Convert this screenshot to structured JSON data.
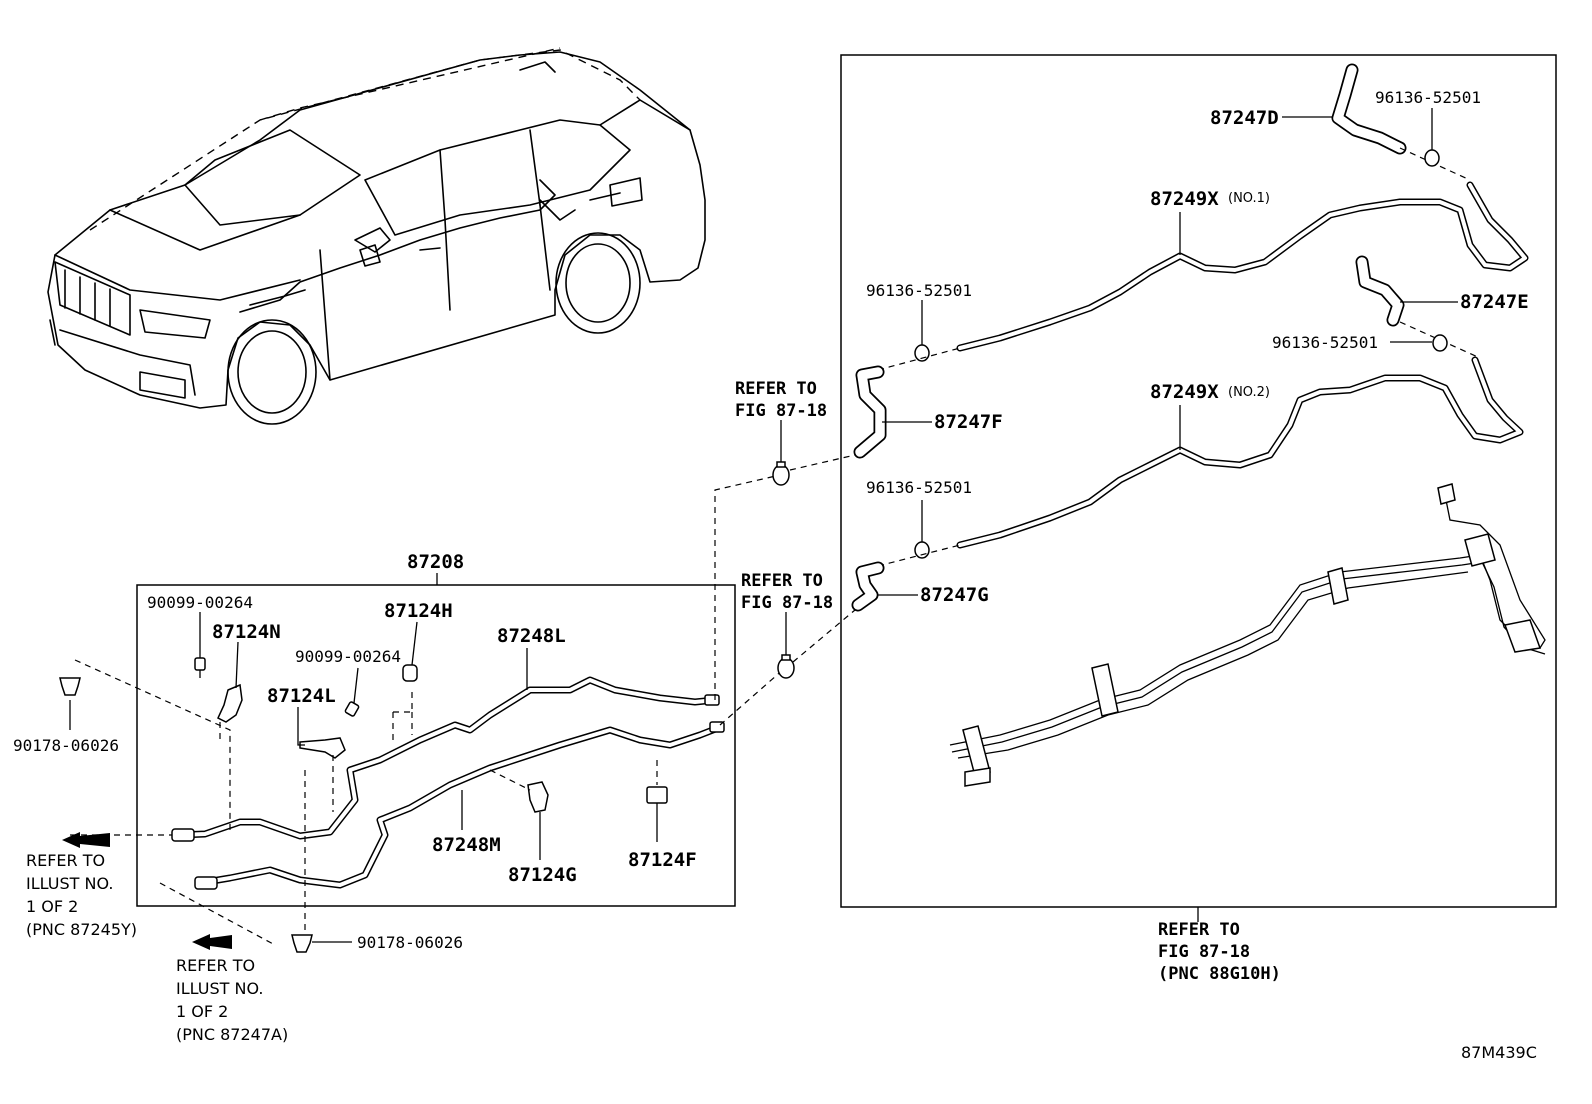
{
  "labels": {
    "p87208": "87208",
    "p90099_a": "90099-00264",
    "p87124N": "87124N",
    "p87124H": "87124H",
    "p90099_b": "90099-00264",
    "p87248L": "87248L",
    "p87124L": "87124L",
    "p90178_a": "90178-06026",
    "p87248M": "87248M",
    "p87124G": "87124G",
    "p87124F": "87124F",
    "p90178_b": "90178-06026",
    "p87247D": "87247D",
    "p96136_a": "96136-52501",
    "p87249X_1": "87249X",
    "p87249X_1_note": "(NO.1)",
    "p96136_b": "96136-52501",
    "p87247E": "87247E",
    "p96136_c": "96136-52501",
    "p87247F": "87247F",
    "p87249X_2": "87249X",
    "p87249X_2_note": "(NO.2)",
    "p96136_d": "96136-52501",
    "p87247G": "87247G",
    "figure_code": "87M439C"
  },
  "refs": {
    "ref_fig_upper": [
      "REFER TO",
      "FIG 87-18"
    ],
    "ref_fig_lower": [
      "REFER TO",
      "FIG 87-18"
    ],
    "ref_illust_a": [
      "REFER TO",
      "ILLUST NO.",
      "1 OF 2",
      "(PNC 87245Y)"
    ],
    "ref_illust_b": [
      "REFER TO",
      "ILLUST NO.",
      "1 OF 2",
      "(PNC 87247A)"
    ],
    "ref_fig_bottom": [
      "REFER TO",
      "FIG 87-18",
      "(PNC 88G10H)"
    ]
  },
  "icons": {
    "arrow": "left-arrow-icon",
    "clamp": "hose-clamp-icon",
    "clip": "clip-icon",
    "bolt": "bolt-icon",
    "grommet": "grommet-icon"
  }
}
